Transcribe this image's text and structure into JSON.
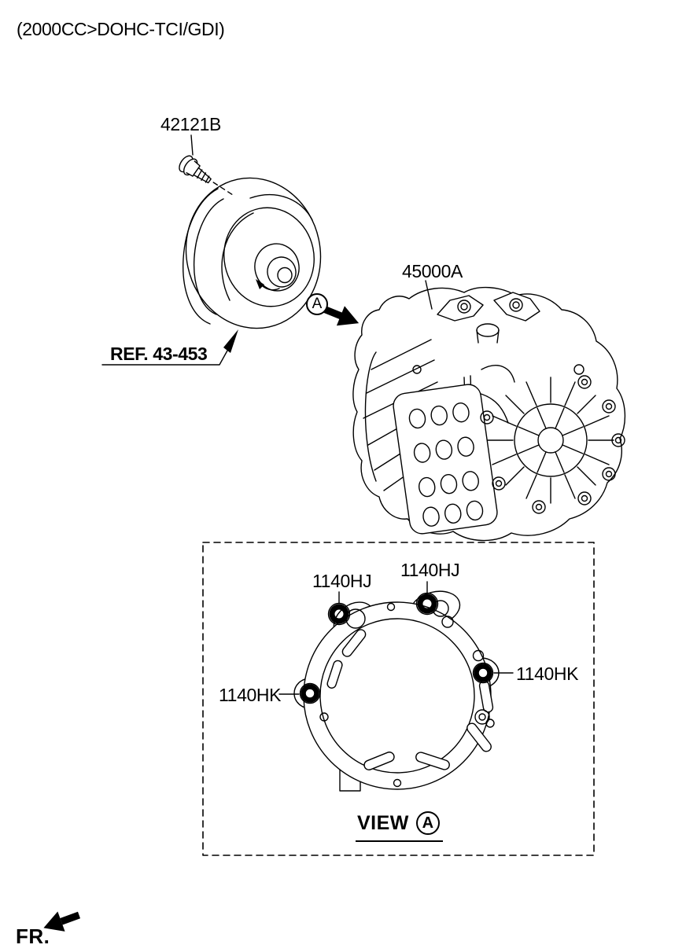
{
  "title": "(2000CC>DOHC-TCI/GDI)",
  "colors": {
    "ink": "#000000",
    "background": "#ffffff"
  },
  "callouts": {
    "bolt": {
      "label": "42121B"
    },
    "assembly": {
      "label": "45000A"
    },
    "ref": {
      "label": "REF. 43-453"
    },
    "detail_marker": "A"
  },
  "view_panel": {
    "labels": [
      {
        "id": "hj-top-left",
        "text": "1140HJ"
      },
      {
        "id": "hj-top-middle",
        "text": "1140HJ"
      },
      {
        "id": "hk-right",
        "text": "1140HK"
      },
      {
        "id": "hk-left",
        "text": "1140HK"
      }
    ],
    "view_label": "VIEW",
    "view_marker": "A"
  },
  "footer": {
    "fr_label": "FR."
  }
}
